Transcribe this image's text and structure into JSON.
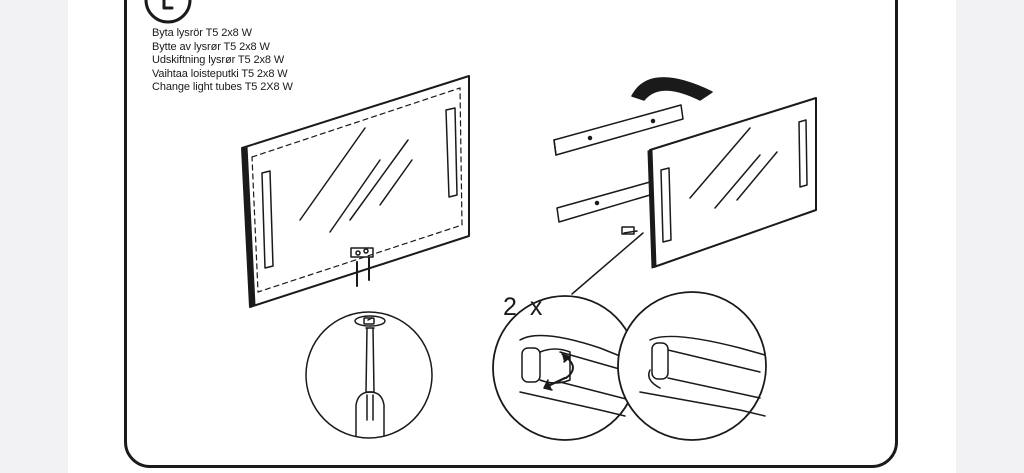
{
  "instructions": {
    "captions": [
      "Byta lysrör T5 2x8 W",
      "Bytte av lysrør T5 2x8 W",
      "Udskiftning lysrør T5 2x8 W",
      "Vaihtaa loisteputki T5 2x8 W",
      "Change light tubes T5 2X8 W"
    ],
    "repeat_count": "2 x"
  },
  "colors": {
    "line": "#1a1a1a",
    "page": "#ffffff",
    "margin": "#f2f2f4"
  },
  "icons": [
    "step-badge-icon",
    "mirror-cabinet-illustration",
    "screwdriver-icon",
    "rotate-arrow-icon",
    "light-tube-detail-icon"
  ]
}
